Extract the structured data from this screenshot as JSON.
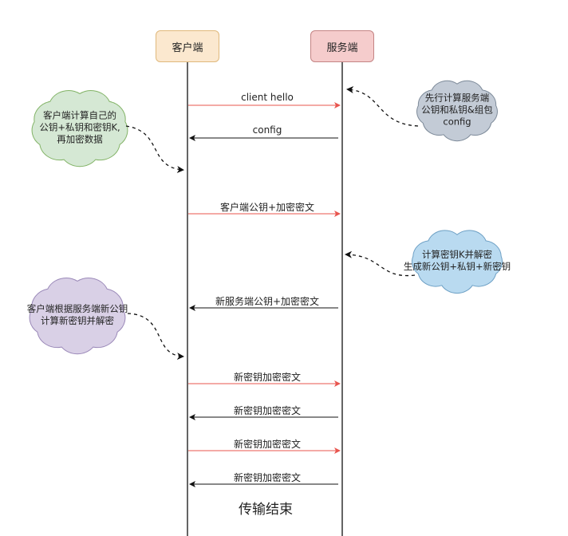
{
  "actors": {
    "client": "客户端",
    "server": "服务端"
  },
  "messages": [
    {
      "label": "client hello",
      "direction": "to-server",
      "color": "#e8554e"
    },
    {
      "label": "config",
      "direction": "to-client",
      "color": "#111111"
    },
    {
      "label": "客户端公钥+加密密文",
      "direction": "to-server",
      "color": "#e8554e"
    },
    {
      "label": "新服务端公钥+加密密文",
      "direction": "to-client",
      "color": "#111111"
    },
    {
      "label": "新密钥加密密文",
      "direction": "to-server",
      "color": "#e8554e"
    },
    {
      "label": "新密钥加密密文",
      "direction": "to-client",
      "color": "#111111"
    },
    {
      "label": "新密钥加密密文",
      "direction": "to-server",
      "color": "#e8554e"
    },
    {
      "label": "新密钥加密密文",
      "direction": "to-client",
      "color": "#111111"
    }
  ],
  "notes": [
    {
      "lines": [
        "客户端计算自己的",
        "公钥+私钥和密钥K,",
        "再加密数据"
      ],
      "fill": "#d5e8d4",
      "stroke": "#82b366"
    },
    {
      "lines": [
        "先行计算服务端",
        "公钥和私钥&组包",
        "config"
      ],
      "fill": "#c3cbd6",
      "stroke": "#7d8a99"
    },
    {
      "lines": [
        "计算密钥K并解密",
        "生成新公钥+私钥+新密钥"
      ],
      "fill": "#b9daf0",
      "stroke": "#6c9fc4"
    },
    {
      "lines": [
        "客户端根据服务端新公钥",
        "计算新密钥并解密"
      ],
      "fill": "#d9d0e6",
      "stroke": "#9a88b8"
    }
  ],
  "footer": "传输结束"
}
